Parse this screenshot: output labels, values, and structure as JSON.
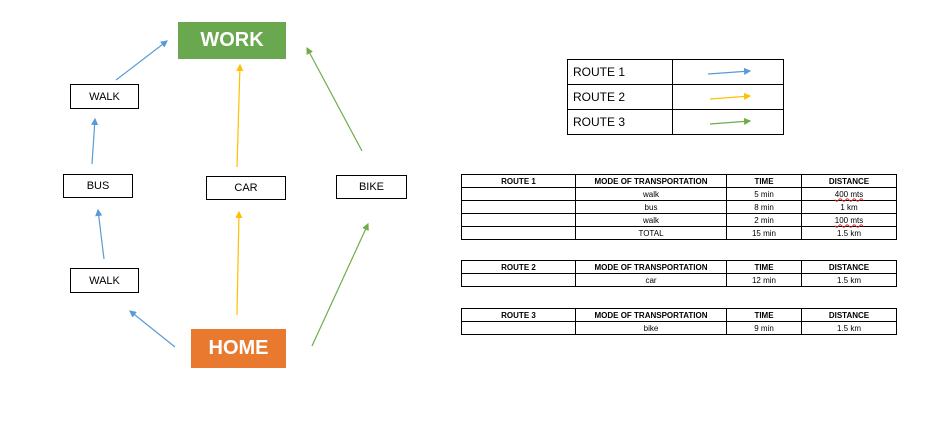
{
  "diagram": {
    "work": "WORK",
    "home": "HOME",
    "walk_top": "WALK",
    "bus": "BUS",
    "walk_bottom": "WALK",
    "car": "CAR",
    "bike": "BIKE",
    "colors": {
      "work": "#6aa84f",
      "home": "#e8792f",
      "route1": "#5b9bd5",
      "route2": "#ffc000",
      "route3": "#70ad47"
    }
  },
  "legend": [
    {
      "label": "ROUTE 1",
      "route": "route1"
    },
    {
      "label": "ROUTE 2",
      "route": "route2"
    },
    {
      "label": "ROUTE 3",
      "route": "route3"
    }
  ],
  "tables": [
    {
      "headers": [
        "ROUTE 1",
        "MODE OF TRANSPORTATION",
        "TIME",
        "DISTANCE"
      ],
      "rows": [
        [
          "",
          "walk",
          "5 min",
          "400 mts"
        ],
        [
          "",
          "bus",
          "8 min",
          "1 km"
        ],
        [
          "",
          "walk",
          "2 min",
          "100 mts"
        ],
        [
          "",
          "TOTAL",
          "15 min",
          "1.5 km"
        ]
      ]
    },
    {
      "headers": [
        "ROUTE 2",
        "MODE OF TRANSPORTATION",
        "TIME",
        "DISTANCE"
      ],
      "rows": [
        [
          "",
          "car",
          "12 min",
          "1.5 km"
        ]
      ]
    },
    {
      "headers": [
        "ROUTE 3",
        "MODE OF TRANSPORTATION",
        "TIME",
        "DISTANCE"
      ],
      "rows": [
        [
          "",
          "bike",
          "9 min",
          "1.5 km"
        ]
      ]
    }
  ]
}
